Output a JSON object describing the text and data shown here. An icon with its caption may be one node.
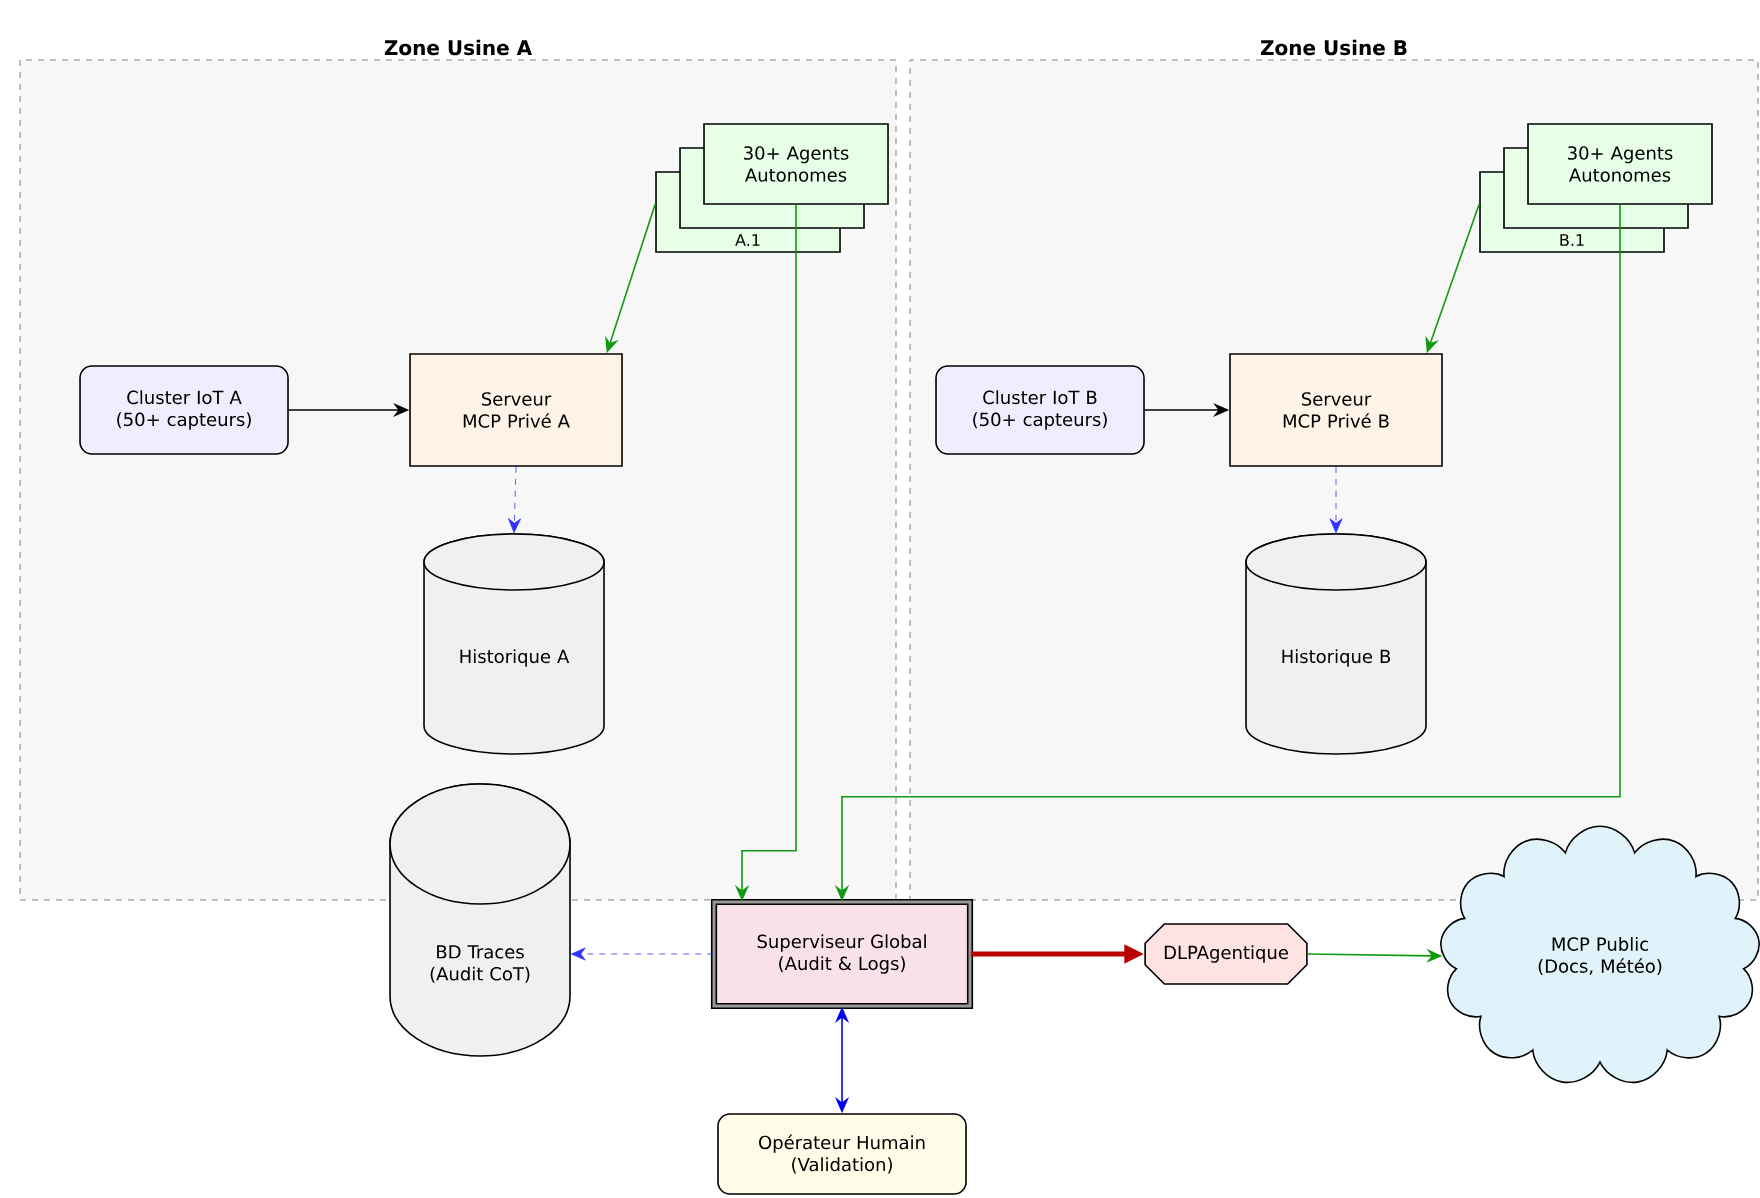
{
  "diagram": {
    "nodes": [
      {
        "text": [
          "Zone Usine A"
        ]
      },
      {
        "text": [
          "30+ Agents Autonomes"
        ],
        "in": 0
      },
      {
        "text": [
          "Cluster IoT A (50+ capteurs)"
        ],
        "in": 0
      },
      {
        "text": [
          "Serveur MCP Privé A"
        ],
        "in": 0
      },
      {
        "text": [
          "Historique A"
        ],
        "in": 0
      },
      {
        "text": [
          "Zone Usine B"
        ]
      },
      {
        "text": [
          "30+ Agents Autonomes"
        ],
        "in": 5
      },
      {
        "text": [
          "Cluster IoT B (50+ capteurs)"
        ],
        "in": 5
      },
      {
        "text": [
          "Serveur MCP Privé B"
        ],
        "in": 5
      },
      {
        "text": [
          "Historique B"
        ],
        "in": 5
      },
      {
        "text": [
          "BD Traces (Audit CoT)"
        ]
      },
      {
        "text": [
          "Superviseur Global (Audit & Logs)"
        ]
      },
      {
        "text": [
          "DLPAgentique"
        ]
      },
      {
        "text": [
          "MCP Public (Docs, Météo)"
        ]
      },
      {
        "text": [
          "Opérateur Humain (Validation)"
        ]
      }
    ],
    "edges": [
      {
        "from": 1,
        "to": 3,
        "arrow": "to",
        "color": "#119911"
      },
      {
        "from": 2,
        "to": 3,
        "arrow": "to",
        "color": "#000000"
      },
      {
        "from": 3,
        "to": 4,
        "arrow": "to",
        "style": "dashed",
        "color": "#3333ff"
      },
      {
        "from": 6,
        "to": 8,
        "arrow": "to",
        "color": "#119911"
      },
      {
        "from": 7,
        "to": 8,
        "arrow": "to",
        "color": "#000000"
      },
      {
        "from": 8,
        "to": 9,
        "arrow": "to",
        "style": "dashed",
        "color": "#3333ff"
      },
      {
        "from": 1,
        "to": 11,
        "arrow": "to",
        "color": "#119911"
      },
      {
        "from": 6,
        "to": 11,
        "arrow": "to",
        "color": "#119911"
      },
      {
        "from": 11,
        "to": 10,
        "arrow": "to",
        "style": "dashed",
        "color": "#3333ff"
      },
      {
        "from": 11,
        "to": 12,
        "arrow": "to",
        "style": "thick",
        "color": "#bb0000"
      },
      {
        "from": 12,
        "to": 13,
        "arrow": "to",
        "color": "#119911"
      },
      {
        "from": 11,
        "to": 14,
        "arrow": "both",
        "color": "#0000ee"
      }
    ],
    "labels": [
      "A.1",
      "B.1"
    ]
  }
}
